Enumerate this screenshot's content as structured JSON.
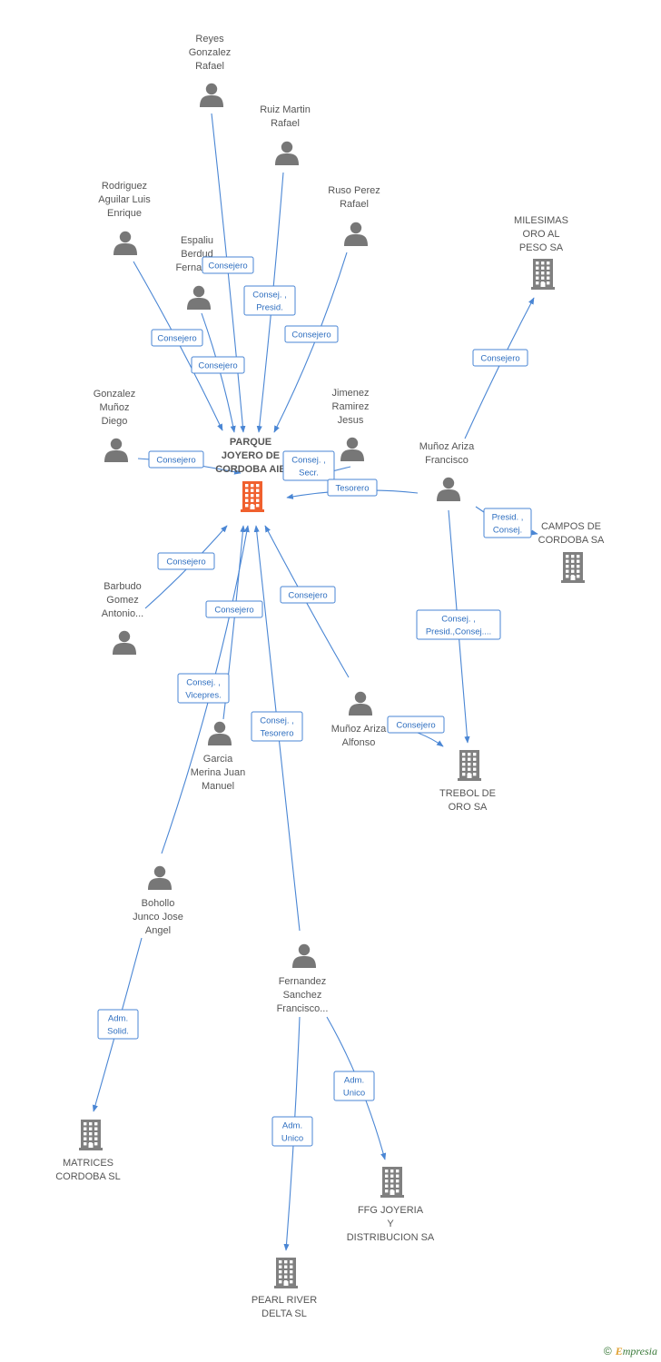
{
  "diagram": {
    "center_id": "parque",
    "colors": {
      "person": "#777777",
      "company": "#808080",
      "center": "#f0602e",
      "edge": "#4a86d4",
      "edge_text": "#2f6fc0"
    },
    "nodes": [
      {
        "id": "parque",
        "type": "center",
        "lines": [
          "PARQUE",
          "JOYERO DE",
          "CORDOBA AIE"
        ]
      },
      {
        "id": "reyes",
        "type": "person",
        "lines": [
          "Reyes",
          "Gonzalez",
          "Rafael"
        ]
      },
      {
        "id": "ruizmartin",
        "type": "person",
        "lines": [
          "Ruiz Martin",
          "Rafael"
        ]
      },
      {
        "id": "rodriguez",
        "type": "person",
        "lines": [
          "Rodriguez",
          "Aguilar Luis",
          "Enrique"
        ]
      },
      {
        "id": "espaliu",
        "type": "person",
        "lines": [
          "Espaliu",
          "Berdud",
          "Fernando"
        ]
      },
      {
        "id": "rusoperez",
        "type": "person",
        "lines": [
          "Ruso Perez",
          "Rafael"
        ]
      },
      {
        "id": "gonzalezmunoz",
        "type": "person",
        "lines": [
          "Gonzalez",
          "Muñoz",
          "Diego"
        ]
      },
      {
        "id": "jimenez",
        "type": "person",
        "lines": [
          "Jimenez",
          "Ramirez",
          "Jesus"
        ]
      },
      {
        "id": "munozfrancisco",
        "type": "person",
        "lines": [
          "Muñoz Ariza",
          "Francisco"
        ]
      },
      {
        "id": "barbudo",
        "type": "person",
        "lines": [
          "Barbudo",
          "Gomez",
          "Antonio..."
        ]
      },
      {
        "id": "garcia",
        "type": "person",
        "lines": [
          "Garcia",
          "Merina Juan",
          "Manuel"
        ]
      },
      {
        "id": "munozalfonso",
        "type": "person",
        "lines": [
          "Muñoz Ariza",
          "Alfonso"
        ]
      },
      {
        "id": "bohollo",
        "type": "person",
        "lines": [
          "Bohollo",
          "Junco Jose",
          "Angel"
        ]
      },
      {
        "id": "fernandez",
        "type": "person",
        "lines": [
          "Fernandez",
          "Sanchez",
          "Francisco..."
        ]
      },
      {
        "id": "milesimas",
        "type": "company",
        "lines": [
          "MILESIMAS",
          "ORO AL",
          "PESO SA"
        ]
      },
      {
        "id": "campos",
        "type": "company",
        "lines": [
          "CAMPOS DE",
          "CORDOBA SA"
        ]
      },
      {
        "id": "trebol",
        "type": "company",
        "lines": [
          "TREBOL DE",
          "ORO SA"
        ]
      },
      {
        "id": "matrices",
        "type": "company",
        "lines": [
          "MATRICES",
          "CORDOBA SL"
        ]
      },
      {
        "id": "ffg",
        "type": "company",
        "lines": [
          "FFG JOYERIA",
          "Y",
          "DISTRIBUCION SA"
        ]
      },
      {
        "id": "pearl",
        "type": "company",
        "lines": [
          "PEARL RIVER",
          "DELTA SL"
        ]
      }
    ],
    "edges": [
      {
        "from": "reyes",
        "to": "parque",
        "lines": [
          "Consejero"
        ]
      },
      {
        "from": "ruizmartin",
        "to": "parque",
        "lines": [
          "Consej. ,",
          "Presid."
        ]
      },
      {
        "from": "rodriguez",
        "to": "parque",
        "lines": [
          "Consejero"
        ]
      },
      {
        "from": "espaliu",
        "to": "parque",
        "lines": [
          "Consejero"
        ]
      },
      {
        "from": "rusoperez",
        "to": "parque",
        "lines": [
          "Consejero"
        ]
      },
      {
        "from": "gonzalezmunoz",
        "to": "parque",
        "lines": [
          "Consejero"
        ]
      },
      {
        "from": "jimenez",
        "to": "parque",
        "lines": [
          "Consej. ,",
          "Secr."
        ]
      },
      {
        "from": "munozfrancisco",
        "to": "parque",
        "lines": [
          "Tesorero"
        ]
      },
      {
        "from": "munozfrancisco",
        "to": "milesimas",
        "lines": [
          "Consejero"
        ]
      },
      {
        "from": "munozfrancisco",
        "to": "campos",
        "lines": [
          "Presid. ,",
          "Consej."
        ]
      },
      {
        "from": "munozfrancisco",
        "to": "trebol",
        "lines": [
          "Consej. ,",
          "Presid.,Consej...."
        ]
      },
      {
        "from": "barbudo",
        "to": "parque",
        "lines": [
          "Consejero"
        ]
      },
      {
        "from": "garcia",
        "to": "parque",
        "lines": [
          "Consejero"
        ]
      },
      {
        "from": "bohollo",
        "to": "parque",
        "lines": [
          "Consej. ,",
          "Vicepres."
        ]
      },
      {
        "from": "munozalfonso",
        "to": "parque",
        "lines": [
          "Consejero"
        ]
      },
      {
        "from": "munozalfonso",
        "to": "trebol",
        "lines": [
          "Consejero"
        ]
      },
      {
        "from": "fernandez",
        "to": "parque",
        "lines": [
          "Consej. ,",
          "Tesorero"
        ]
      },
      {
        "from": "bohollo",
        "to": "matrices",
        "lines": [
          "Adm.",
          "Solid."
        ]
      },
      {
        "from": "fernandez",
        "to": "ffg",
        "lines": [
          "Adm.",
          "Unico"
        ]
      },
      {
        "from": "fernandez",
        "to": "pearl",
        "lines": [
          "Adm.",
          "Unico"
        ]
      }
    ]
  },
  "footer": {
    "copyright": "©",
    "brand_initial": "E",
    "brand_rest": "mpresia"
  }
}
